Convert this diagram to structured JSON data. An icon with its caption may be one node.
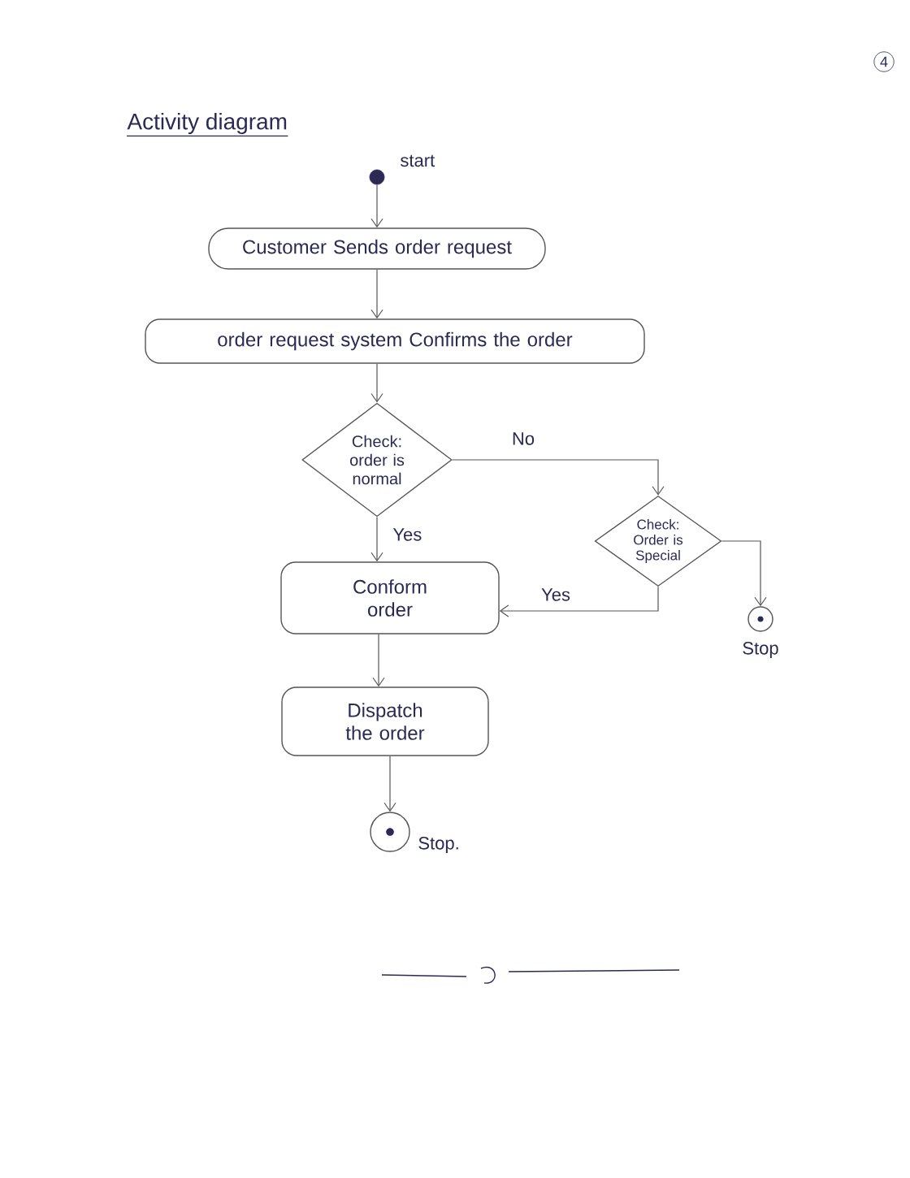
{
  "diagram": {
    "title": "Activity diagram",
    "nodes": [
      {
        "text": [],
        "shape": "circle",
        "beside": [
          "start"
        ]
      },
      {
        "text": [
          "Customer Sends order request"
        ]
      },
      {
        "text": [
          "order request system Confirms the order"
        ]
      },
      {
        "text": [
          "Check: order is normal"
        ]
      },
      {
        "text": [
          "Check: Order is Special"
        ]
      },
      {
        "text": [
          "Conform order"
        ]
      },
      {
        "text": [],
        "shape": "circle",
        "beside": [
          "Stop"
        ]
      },
      {
        "text": [
          "Dispatch the order"
        ]
      },
      {
        "text": [],
        "shape": "circle",
        "beside": [
          "Stop."
        ]
      }
    ],
    "edges": [
      {
        "from": 0,
        "to": 1,
        "arrow": "to"
      },
      {
        "from": 1,
        "to": 2,
        "arrow": "to"
      },
      {
        "from": 2,
        "to": 3,
        "arrow": "to"
      },
      {
        "from": 3,
        "to": 4,
        "arrow": "to",
        "label": "No"
      },
      {
        "from": 3,
        "to": 5,
        "arrow": "to",
        "label": "Yes"
      },
      {
        "from": 4,
        "to": 5,
        "arrow": "to",
        "label": "Yes"
      },
      {
        "from": 4,
        "to": 6,
        "arrow": "to"
      },
      {
        "from": 5,
        "to": 7,
        "arrow": "to"
      },
      {
        "from": 7,
        "to": 8,
        "arrow": "to"
      }
    ],
    "labels": [
      "4"
    ]
  }
}
